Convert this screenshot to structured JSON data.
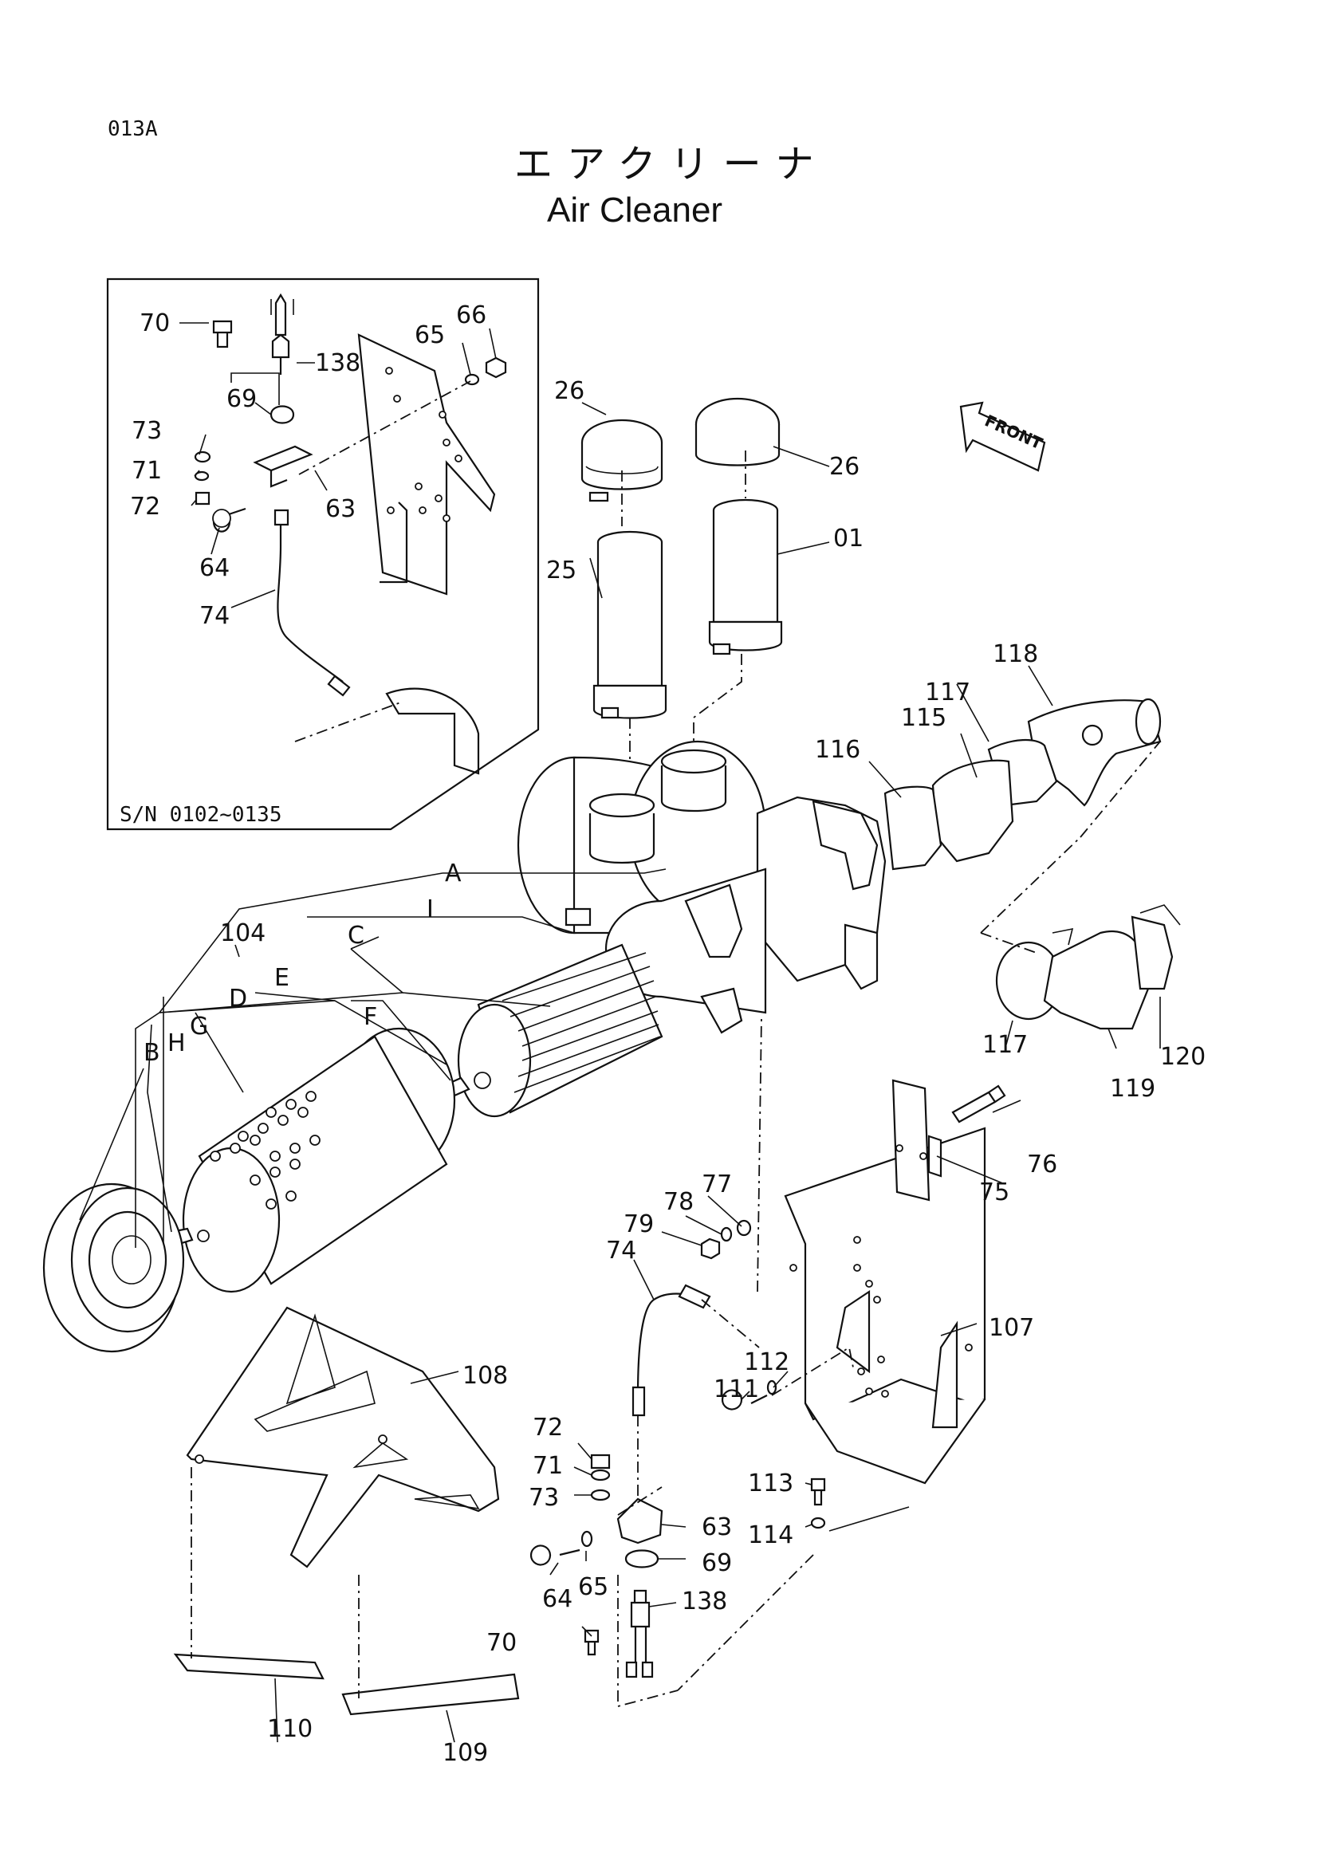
{
  "header": {
    "page_code": "013A",
    "title_jp": "エアクリーナ",
    "title_en": "Air Cleaner"
  },
  "inset": {
    "serial_range": "S/N 0102~0135"
  },
  "front_marker": "FRONT",
  "letters": [
    "A",
    "I",
    "C",
    "E",
    "F",
    "D",
    "B",
    "H",
    "G"
  ],
  "labels": {
    "inset_70": "70",
    "inset_138": "138",
    "inset_65": "65",
    "inset_66": "66",
    "inset_69": "69",
    "inset_73": "73",
    "inset_71": "71",
    "inset_72": "72",
    "inset_63": "63",
    "inset_64": "64",
    "inset_74": "74",
    "cap_left": "26",
    "cap_right": "26",
    "tube_01": "01",
    "tube_25": "25",
    "hose_118": "118",
    "clamp_117_top": "117",
    "hose_115": "115",
    "clamp_116": "116",
    "clamp_117_bottom": "117",
    "elbow_119": "119",
    "clamp_120": "120",
    "elem_104": "104",
    "plate_75": "75",
    "bolt_76": "76",
    "wash_77": "77",
    "wash_78": "78",
    "nut_79": "79",
    "hose_74": "74",
    "bracket_107": "107",
    "bracket_108": "108",
    "wash_112": "112",
    "bolt_111": "111",
    "bolt_113": "113",
    "wash_114": "114",
    "nut_72": "72",
    "wash_71": "71",
    "wash_73": "73",
    "bkt_63": "63",
    "clip_69": "69",
    "bolt_64": "64",
    "wash_65": "65",
    "sw_138": "138",
    "bolt_70": "70",
    "strap_110": "110",
    "strap_109": "109"
  }
}
